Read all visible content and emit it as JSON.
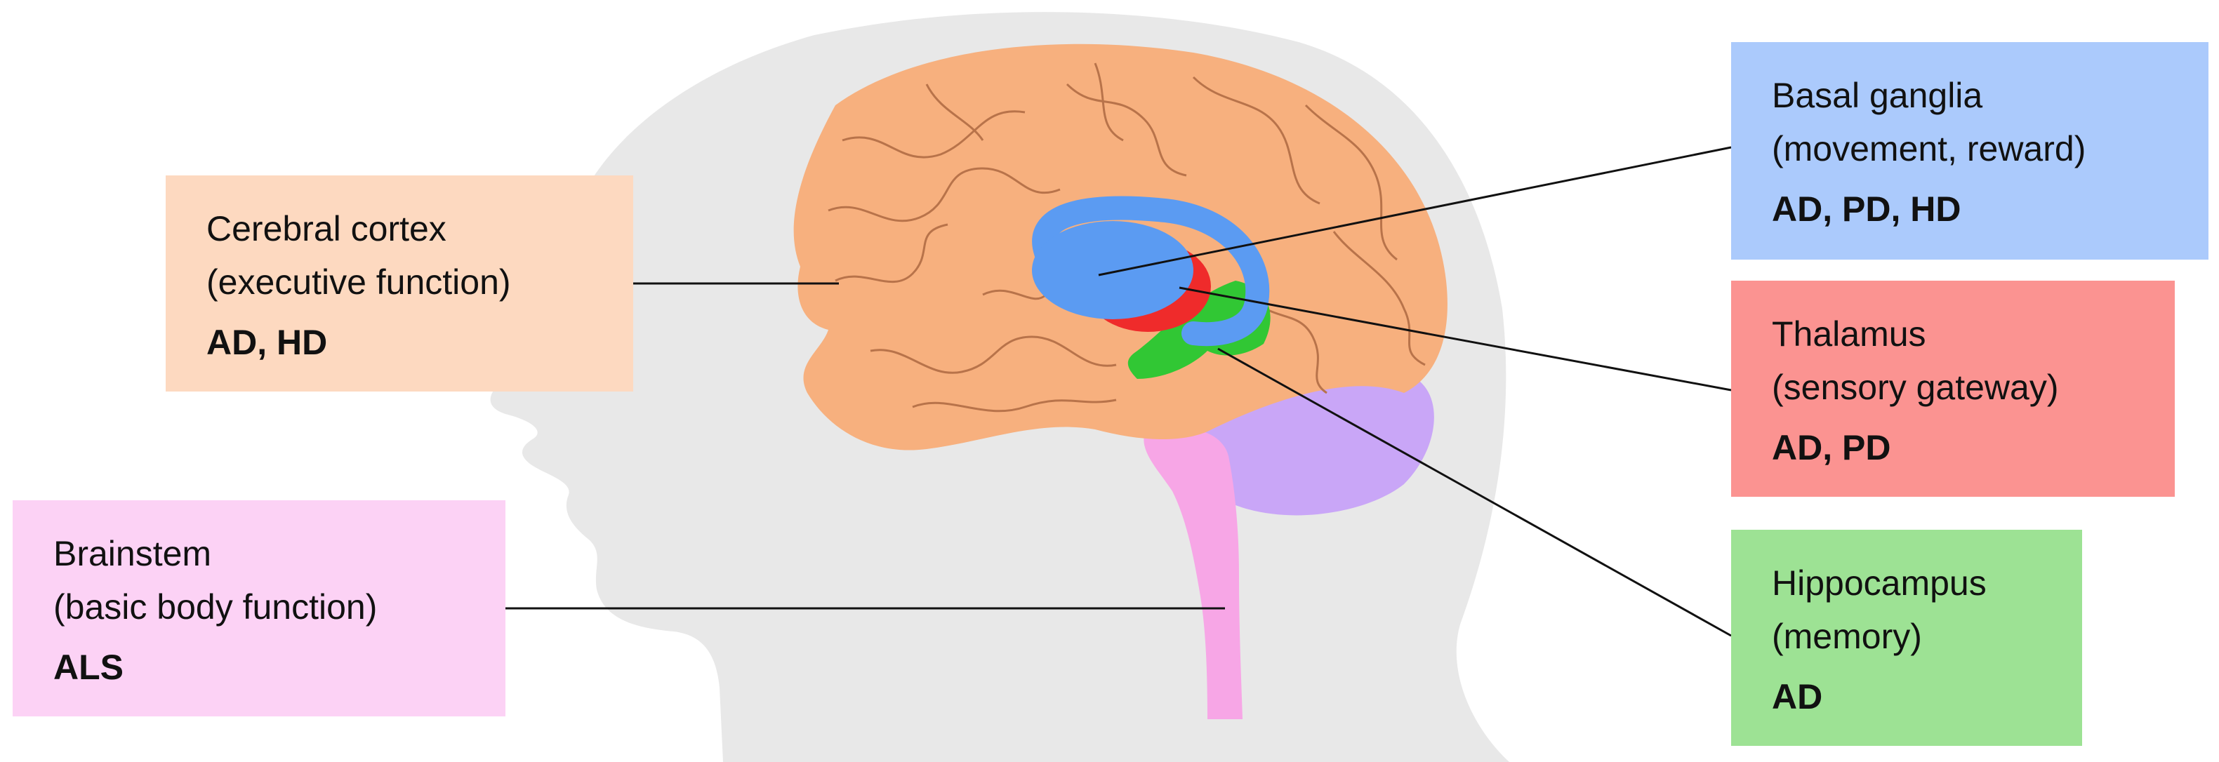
{
  "colors": {
    "head_silhouette": "#e8e8e8",
    "cerebrum": "#f7b07e",
    "cerebellum": "#c9a6f7",
    "brainstem": "#f7a6e6",
    "basal_ganglia": "#5b9bf2",
    "thalamus": "#ef2b2b",
    "hippocampus": "#31c734",
    "line": "#111111"
  },
  "labels": {
    "cortex": {
      "title": "Cerebral cortex",
      "function": "(executive function)",
      "diseases": "AD, HD",
      "color": "#fdd9c0"
    },
    "brainstem": {
      "title": "Brainstem",
      "function": "(basic body function)",
      "diseases": "ALS",
      "color": "#fcd2f5"
    },
    "basal_ganglia": {
      "title": "Basal ganglia",
      "function": "(movement, reward)",
      "diseases": "AD, PD, HD",
      "color": "#abcafc"
    },
    "thalamus": {
      "title": "Thalamus",
      "function": "(sensory gateway)",
      "diseases": "AD, PD",
      "color": "#fb9391"
    },
    "hippocampus": {
      "title": "Hippocampus",
      "function": "(memory)",
      "diseases": "AD",
      "color": "#9de294"
    }
  }
}
